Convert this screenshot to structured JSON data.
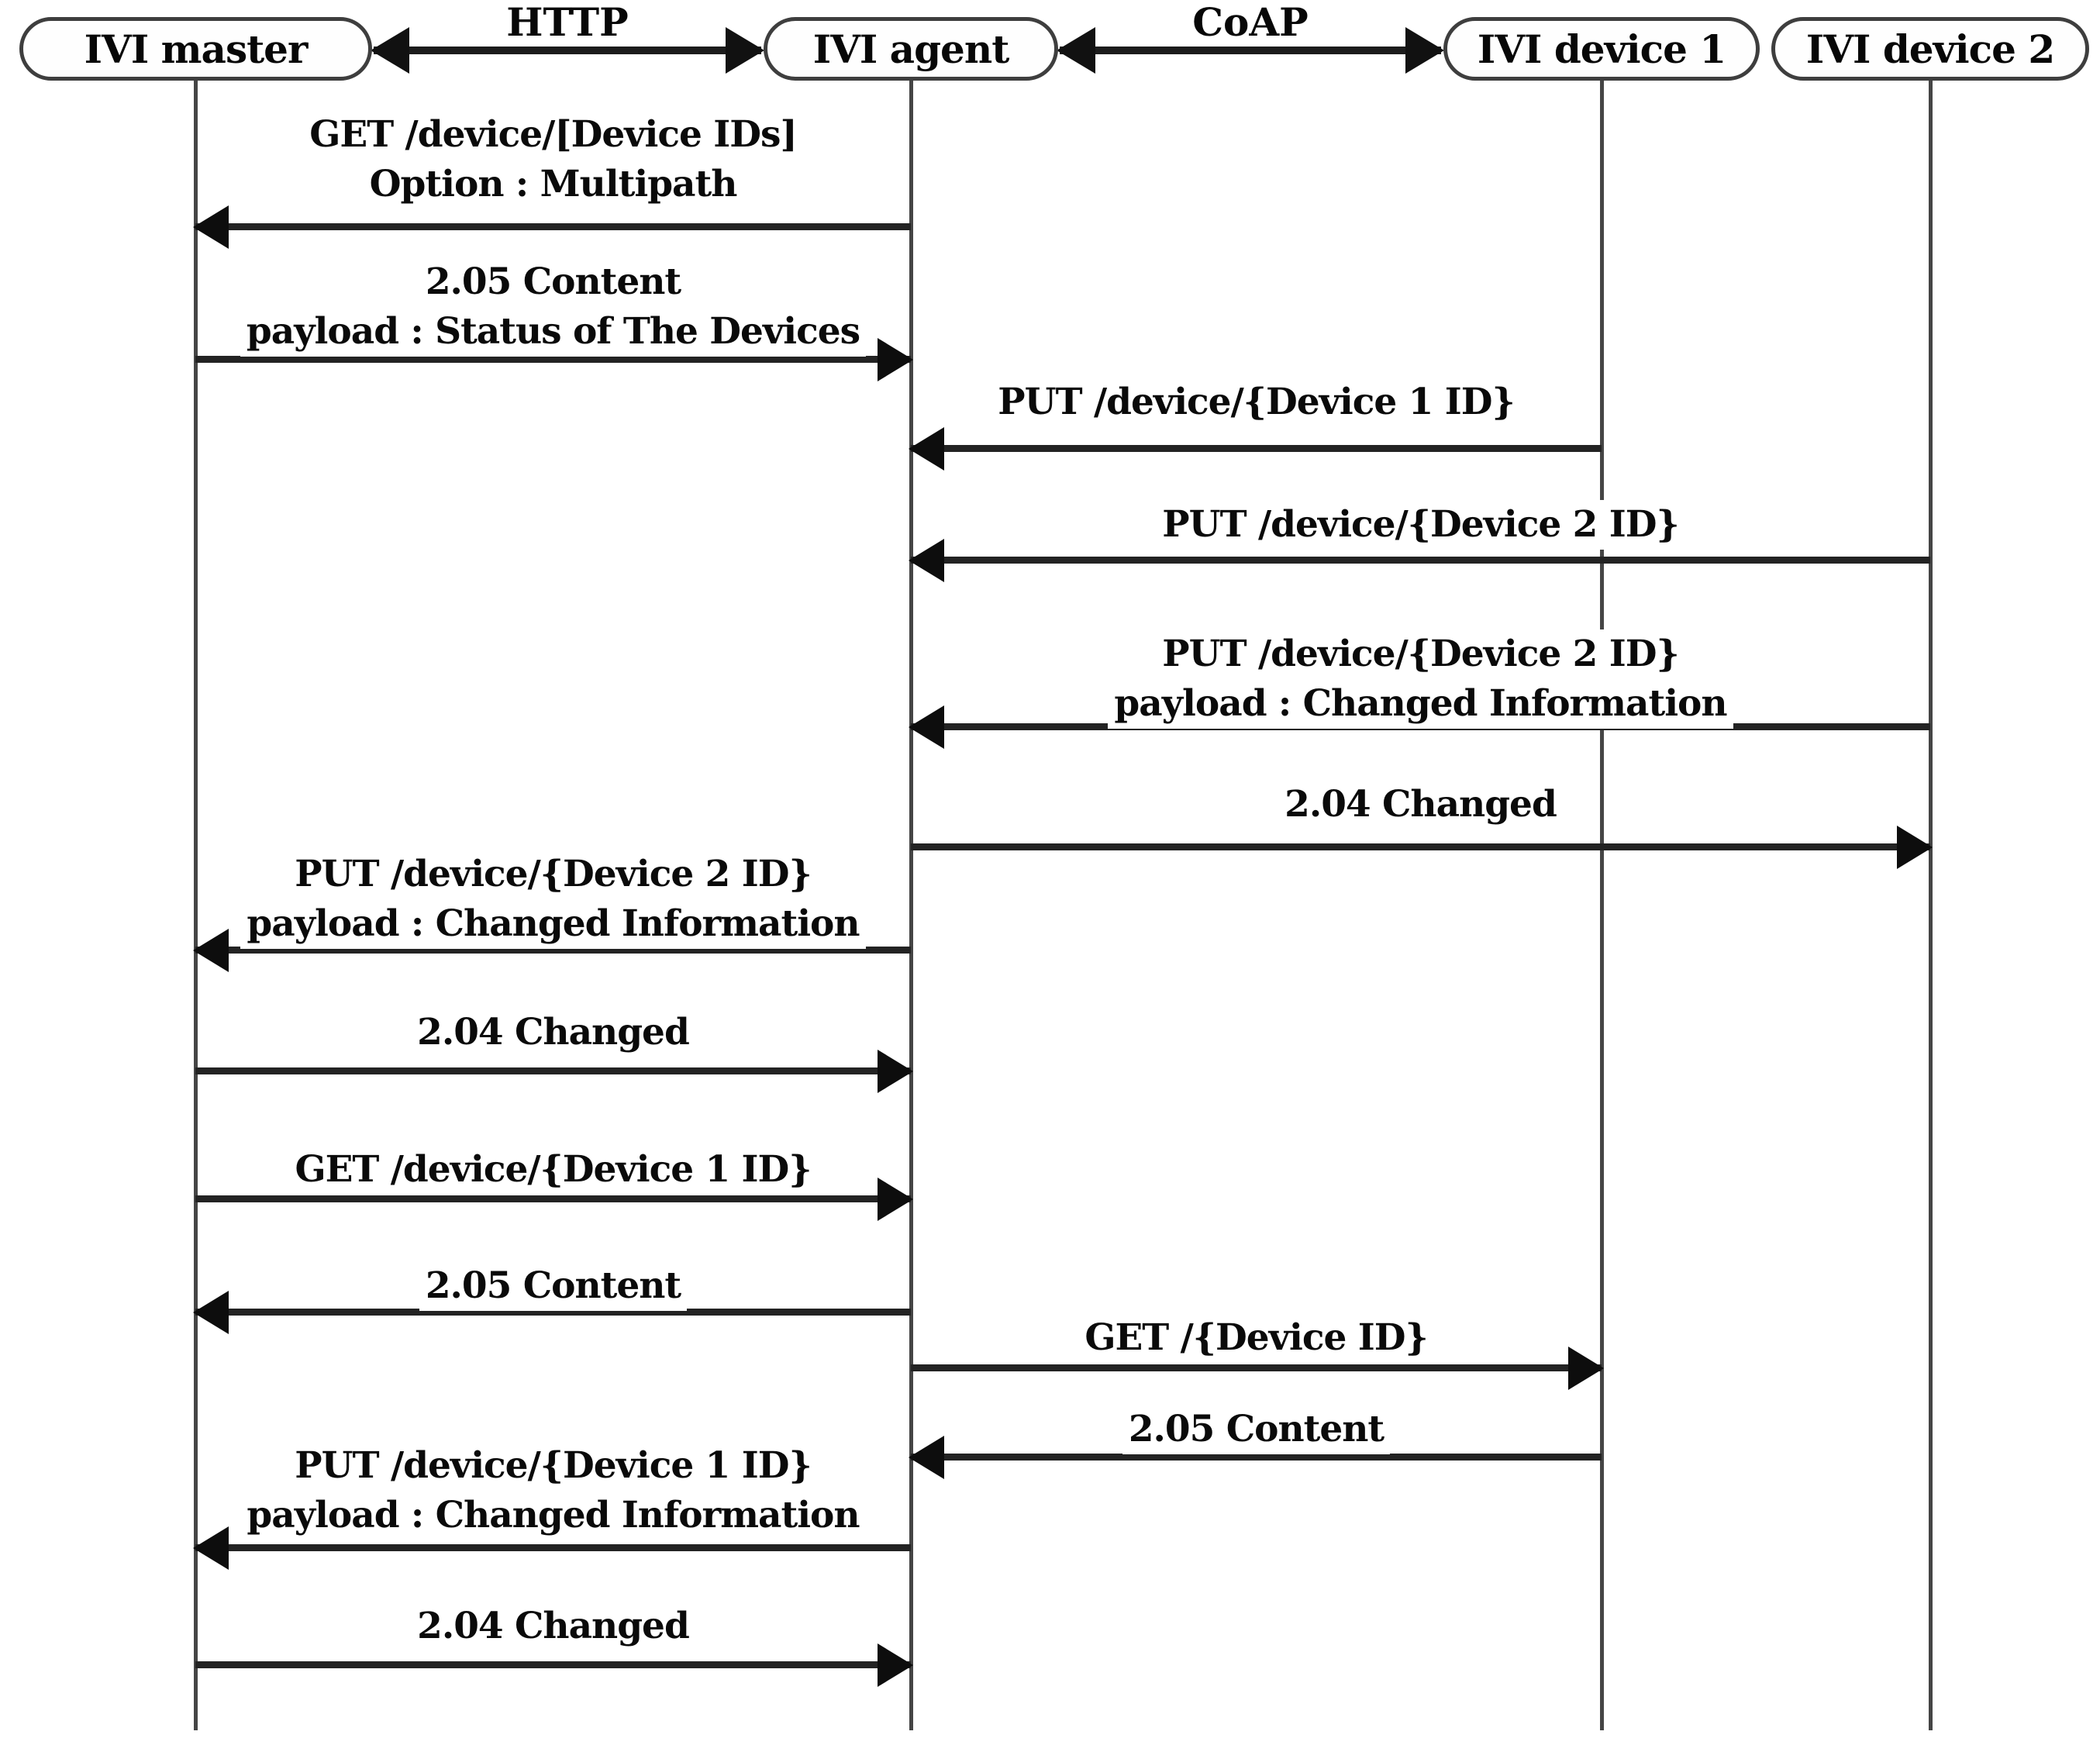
{
  "diagram": {
    "title": "IVI master / agent / device CoAP-HTTP sequence diagram",
    "colors": {
      "background": "#ffffff",
      "ink": "#0a0a0a",
      "line": "#454545",
      "arrow": "#1c1c1c"
    },
    "actors": [
      {
        "id": "ivi-master",
        "label": "IVI master"
      },
      {
        "id": "ivi-agent",
        "label": "IVI agent"
      },
      {
        "id": "ivi-device-1",
        "label": "IVI device 1"
      },
      {
        "id": "ivi-device-2",
        "label": "IVI device 2"
      }
    ],
    "protocols": [
      {
        "label": "HTTP",
        "between": [
          "ivi-master",
          "ivi-agent"
        ]
      },
      {
        "label": "CoAP",
        "between": [
          "ivi-agent",
          "ivi-device-1"
        ]
      }
    ],
    "messages": [
      {
        "from": "ivi-agent",
        "to": "ivi-master",
        "lines": [
          "GET /device/[Device IDs]",
          "Option : Multipath"
        ]
      },
      {
        "from": "ivi-master",
        "to": "ivi-agent",
        "lines": [
          "2.05 Content",
          "payload : Status of The Devices"
        ]
      },
      {
        "from": "ivi-device-1",
        "to": "ivi-agent",
        "lines": [
          "PUT /device/{Device 1 ID}"
        ]
      },
      {
        "from": "ivi-device-2",
        "to": "ivi-agent",
        "lines": [
          "PUT /device/{Device 2 ID}"
        ]
      },
      {
        "from": "ivi-device-2",
        "to": "ivi-agent",
        "lines": [
          "PUT /device/{Device 2 ID}",
          "payload : Changed Information"
        ]
      },
      {
        "from": "ivi-agent",
        "to": "ivi-device-2",
        "lines": [
          "2.04 Changed"
        ]
      },
      {
        "from": "ivi-agent",
        "to": "ivi-master",
        "lines": [
          "PUT /device/{Device 2 ID}",
          "payload : Changed Information"
        ]
      },
      {
        "from": "ivi-master",
        "to": "ivi-agent",
        "lines": [
          "2.04 Changed"
        ]
      },
      {
        "from": "ivi-master",
        "to": "ivi-agent",
        "lines": [
          "GET /device/{Device 1 ID}"
        ]
      },
      {
        "from": "ivi-agent",
        "to": "ivi-master",
        "lines": [
          "2.05 Content"
        ]
      },
      {
        "from": "ivi-agent",
        "to": "ivi-device-1",
        "lines": [
          "GET /{Device ID}"
        ]
      },
      {
        "from": "ivi-device-1",
        "to": "ivi-agent",
        "lines": [
          "2.05 Content"
        ]
      },
      {
        "from": "ivi-agent",
        "to": "ivi-master",
        "lines": [
          "PUT /device/{Device 1 ID}",
          "payload : Changed Information"
        ]
      },
      {
        "from": "ivi-master",
        "to": "ivi-agent",
        "lines": [
          "2.04 Changed"
        ]
      }
    ]
  }
}
